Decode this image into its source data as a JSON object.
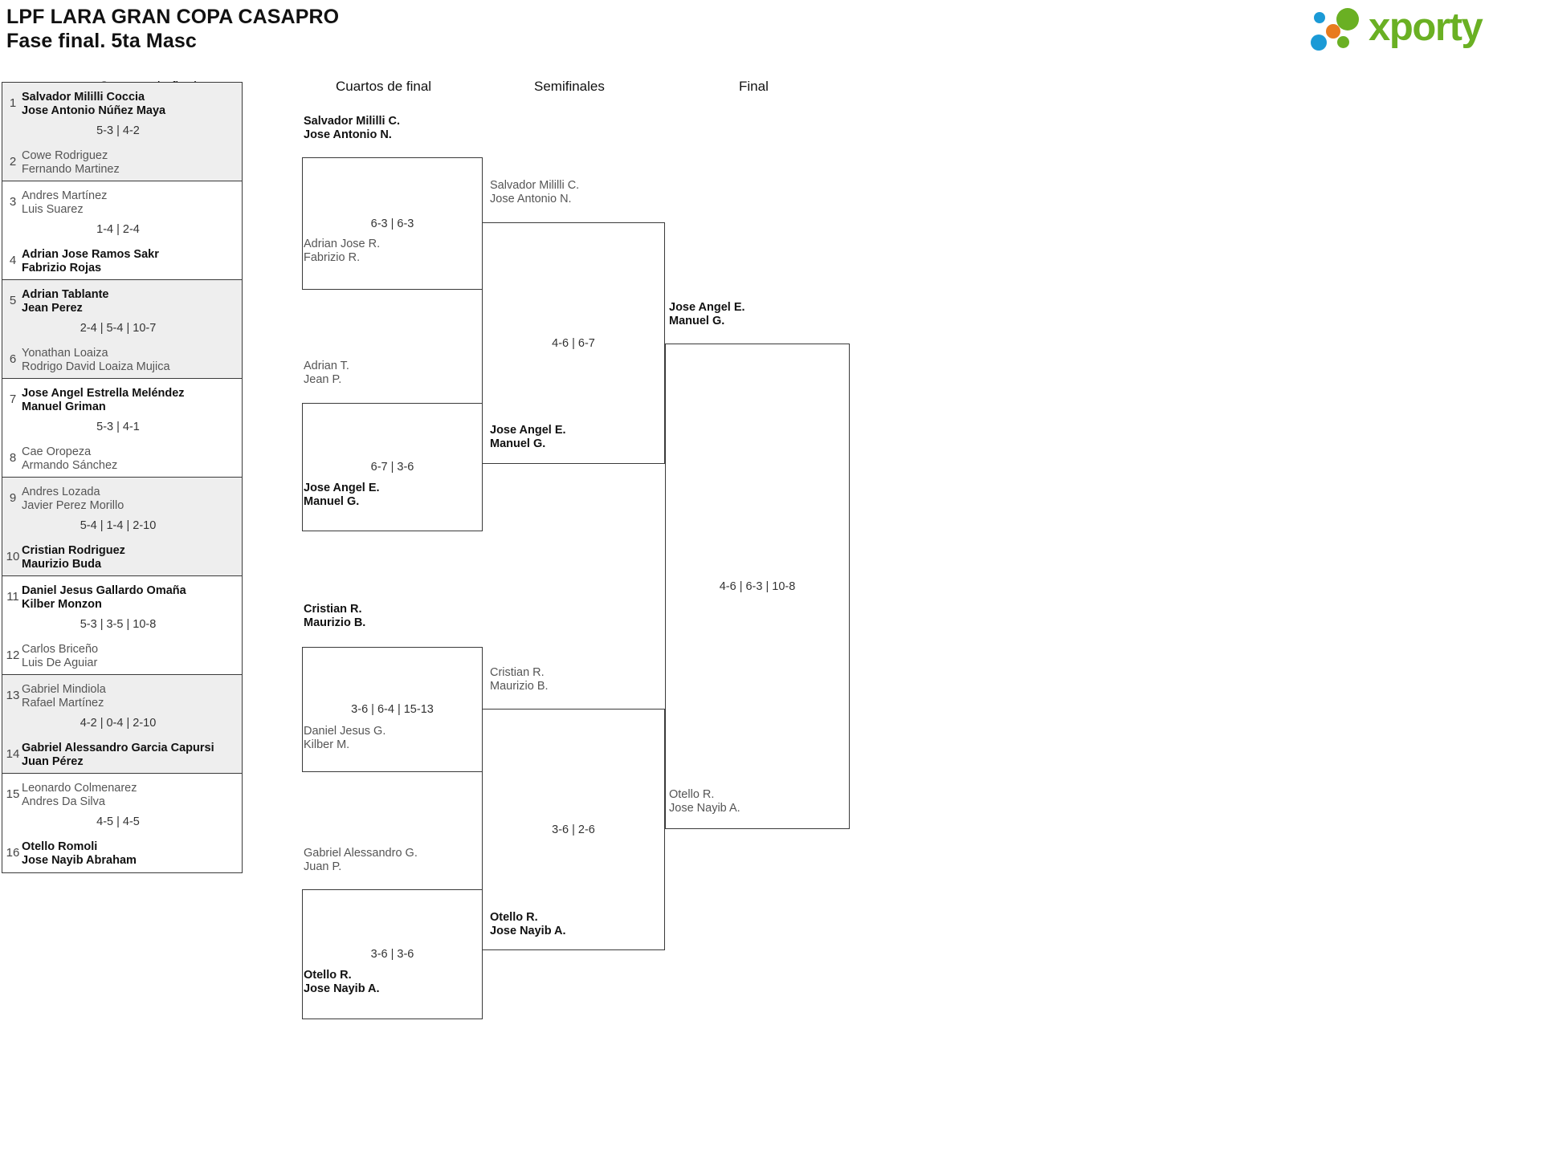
{
  "header": {
    "title_line1": "LPF LARA GRAN COPA CASAPRO",
    "title_line2": "Fase final. 5ta Masc",
    "logo_text": "xporty",
    "logo_colors": {
      "green": "#6ab023",
      "blue": "#1b9ad6",
      "orange": "#e87b1e"
    }
  },
  "rounds": [
    {
      "label": "Octavos de final"
    },
    {
      "label": "Cuartos de final"
    },
    {
      "label": "Semifinales"
    },
    {
      "label": "Final"
    }
  ],
  "round1": [
    {
      "seed_top": "1",
      "top_p1": "Salvador Mililli Coccia",
      "top_p2": "Jose Antonio Núñez Maya",
      "top_winner": true,
      "seed_bot": "2",
      "bot_p1": "Cowe Rodriguez",
      "bot_p2": "Fernando Martinez",
      "bot_winner": false,
      "score": "5-3 | 4-2",
      "shaded": true
    },
    {
      "seed_top": "3",
      "top_p1": "Andres Martínez",
      "top_p2": "Luis Suarez",
      "top_winner": false,
      "seed_bot": "4",
      "bot_p1": "Adrian Jose Ramos Sakr",
      "bot_p2": "Fabrizio Rojas",
      "bot_winner": true,
      "score": "1-4 | 2-4",
      "shaded": false
    },
    {
      "seed_top": "5",
      "top_p1": "Adrian Tablante",
      "top_p2": "Jean Perez",
      "top_winner": true,
      "seed_bot": "6",
      "bot_p1": "Yonathan Loaiza",
      "bot_p2": "Rodrigo David Loaiza Mujica",
      "bot_winner": false,
      "score": "2-4 | 5-4 | 10-7",
      "shaded": true
    },
    {
      "seed_top": "7",
      "top_p1": "Jose Angel Estrella Meléndez",
      "top_p2": "Manuel Griman",
      "top_winner": true,
      "seed_bot": "8",
      "bot_p1": "Cae Oropeza",
      "bot_p2": "Armando Sánchez",
      "bot_winner": false,
      "score": "5-3 | 4-1",
      "shaded": false
    },
    {
      "seed_top": "9",
      "top_p1": "Andres Lozada",
      "top_p2": "Javier Perez Morillo",
      "top_winner": false,
      "seed_bot": "10",
      "bot_p1": "Cristian Rodriguez",
      "bot_p2": "Maurizio Buda",
      "bot_winner": true,
      "score": "5-4 | 1-4 | 2-10",
      "shaded": true
    },
    {
      "seed_top": "11",
      "top_p1": "Daniel Jesus Gallardo Omaña",
      "top_p2": "Kilber Monzon",
      "top_winner": true,
      "seed_bot": "12",
      "bot_p1": "Carlos Briceño",
      "bot_p2": "Luis De Aguiar",
      "bot_winner": false,
      "score": "5-3 | 3-5 | 10-8",
      "shaded": false
    },
    {
      "seed_top": "13",
      "top_p1": "Gabriel Mindiola",
      "top_p2": "Rafael Martínez",
      "top_winner": false,
      "seed_bot": "14",
      "bot_p1": "Gabriel Alessandro Garcia Capursi",
      "bot_p2": "Juan Pérez",
      "bot_winner": true,
      "score": "4-2 | 0-4 | 2-10",
      "shaded": true
    },
    {
      "seed_top": "15",
      "top_p1": "Leonardo Colmenarez",
      "top_p2": "Andres Da Silva",
      "top_winner": false,
      "seed_bot": "16",
      "bot_p1": "Otello Romoli",
      "bot_p2": "Jose Nayib Abraham",
      "bot_winner": true,
      "score": "4-5 | 4-5",
      "shaded": false
    }
  ],
  "round2": [
    {
      "top_p1": "Salvador Mililli C.",
      "top_p2": "Jose Antonio N.",
      "top_winner": true,
      "bot_p1": "Adrian Jose R.",
      "bot_p2": "Fabrizio R.",
      "bot_winner": false,
      "score": "6-3 | 6-3"
    },
    {
      "top_p1": "Adrian T.",
      "top_p2": "Jean P.",
      "top_winner": false,
      "bot_p1": "Jose Angel E.",
      "bot_p2": "Manuel G.",
      "bot_winner": true,
      "score": "6-7 | 3-6"
    },
    {
      "top_p1": "Cristian R.",
      "top_p2": "Maurizio B.",
      "top_winner": true,
      "bot_p1": "Daniel Jesus G.",
      "bot_p2": "Kilber M.",
      "bot_winner": false,
      "score": "3-6 | 6-4 | 15-13"
    },
    {
      "top_p1": "Gabriel Alessandro G.",
      "top_p2": "Juan P.",
      "top_winner": false,
      "bot_p1": "Otello R.",
      "bot_p2": "Jose Nayib A.",
      "bot_winner": true,
      "score": "3-6 | 3-6"
    }
  ],
  "round3": [
    {
      "top_p1": "Salvador Mililli C.",
      "top_p2": "Jose Antonio N.",
      "top_winner": false,
      "bot_p1": "Jose Angel E.",
      "bot_p2": "Manuel G.",
      "bot_winner": true,
      "score": "4-6 | 6-7"
    },
    {
      "top_p1": "Cristian R.",
      "top_p2": "Maurizio B.",
      "top_winner": false,
      "bot_p1": "Otello R.",
      "bot_p2": "Jose Nayib A.",
      "bot_winner": true,
      "score": "3-6 | 2-6"
    }
  ],
  "round4": [
    {
      "top_p1": "Jose Angel E.",
      "top_p2": "Manuel G.",
      "top_winner": true,
      "bot_p1": "Otello R.",
      "bot_p2": "Jose Nayib A.",
      "bot_winner": false,
      "score": "4-6 | 6-3 | 10-8"
    }
  ]
}
